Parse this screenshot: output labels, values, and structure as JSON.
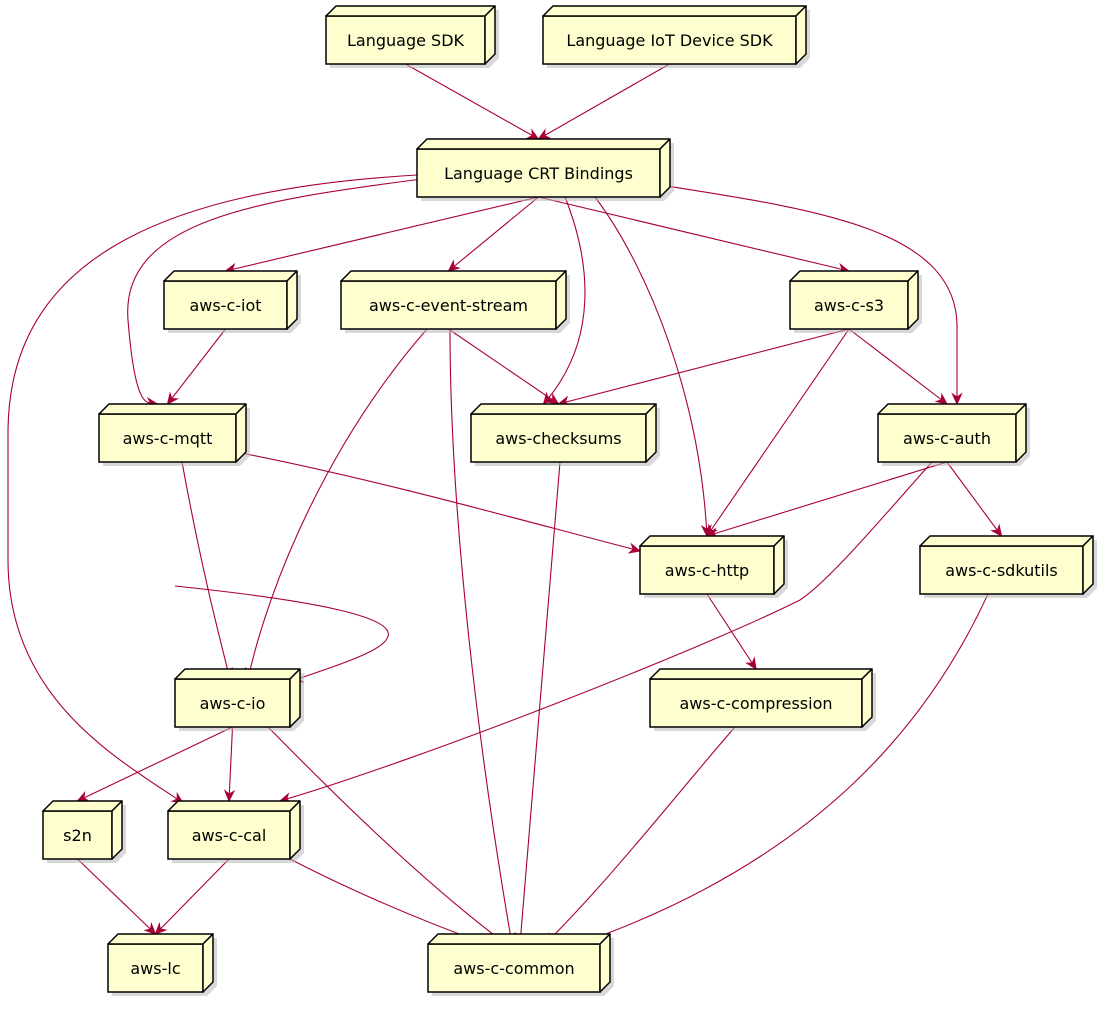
{
  "diagram": {
    "colors": {
      "node_fill": "#FEFECE",
      "node_border": "#000000",
      "edge": "#A80036"
    },
    "nodes": [
      {
        "id": "language-sdk",
        "label": "Language SDK"
      },
      {
        "id": "language-iot-device-sdk",
        "label": "Language IoT Device SDK"
      },
      {
        "id": "language-crt-bindings",
        "label": "Language CRT Bindings"
      },
      {
        "id": "aws-c-iot",
        "label": "aws-c-iot"
      },
      {
        "id": "aws-c-event-stream",
        "label": "aws-c-event-stream"
      },
      {
        "id": "aws-c-s3",
        "label": "aws-c-s3"
      },
      {
        "id": "aws-c-mqtt",
        "label": "aws-c-mqtt"
      },
      {
        "id": "aws-checksums",
        "label": "aws-checksums"
      },
      {
        "id": "aws-c-auth",
        "label": "aws-c-auth"
      },
      {
        "id": "aws-c-http",
        "label": "aws-c-http"
      },
      {
        "id": "aws-c-sdkutils",
        "label": "aws-c-sdkutils"
      },
      {
        "id": "aws-c-io",
        "label": "aws-c-io"
      },
      {
        "id": "aws-c-compression",
        "label": "aws-c-compression"
      },
      {
        "id": "s2n",
        "label": "s2n"
      },
      {
        "id": "aws-c-cal",
        "label": "aws-c-cal"
      },
      {
        "id": "aws-lc",
        "label": "aws-lc"
      },
      {
        "id": "aws-c-common",
        "label": "aws-c-common"
      }
    ],
    "edges": [
      {
        "from": "language-sdk",
        "to": "language-crt-bindings"
      },
      {
        "from": "language-iot-device-sdk",
        "to": "language-crt-bindings"
      },
      {
        "from": "language-crt-bindings",
        "to": "aws-c-iot"
      },
      {
        "from": "language-crt-bindings",
        "to": "aws-c-event-stream"
      },
      {
        "from": "language-crt-bindings",
        "to": "aws-c-s3"
      },
      {
        "from": "language-crt-bindings",
        "to": "aws-c-mqtt"
      },
      {
        "from": "language-crt-bindings",
        "to": "aws-checksums"
      },
      {
        "from": "language-crt-bindings",
        "to": "aws-c-http"
      },
      {
        "from": "language-crt-bindings",
        "to": "aws-c-auth"
      },
      {
        "from": "language-crt-bindings",
        "to": "aws-c-cal"
      },
      {
        "from": "aws-c-iot",
        "to": "aws-c-mqtt"
      },
      {
        "from": "aws-c-event-stream",
        "to": "aws-checksums"
      },
      {
        "from": "aws-c-event-stream",
        "to": "aws-c-io"
      },
      {
        "from": "aws-c-event-stream",
        "to": "aws-c-common"
      },
      {
        "from": "aws-c-s3",
        "to": "aws-checksums"
      },
      {
        "from": "aws-c-s3",
        "to": "aws-c-http"
      },
      {
        "from": "aws-c-s3",
        "to": "aws-c-auth"
      },
      {
        "from": "aws-c-mqtt",
        "to": "aws-c-http"
      },
      {
        "from": "aws-c-mqtt",
        "to": "aws-c-io"
      },
      {
        "from": "aws-checksums",
        "to": "aws-c-common"
      },
      {
        "from": "aws-c-auth",
        "to": "aws-c-http"
      },
      {
        "from": "aws-c-auth",
        "to": "aws-c-sdkutils"
      },
      {
        "from": "aws-c-auth",
        "to": "aws-c-cal"
      },
      {
        "from": "aws-c-http",
        "to": "aws-c-io"
      },
      {
        "from": "aws-c-http",
        "to": "aws-c-compression"
      },
      {
        "from": "aws-c-sdkutils",
        "to": "aws-c-common"
      },
      {
        "from": "aws-c-io",
        "to": "s2n"
      },
      {
        "from": "aws-c-io",
        "to": "aws-c-cal"
      },
      {
        "from": "aws-c-io",
        "to": "aws-c-common"
      },
      {
        "from": "aws-c-compression",
        "to": "aws-c-common"
      },
      {
        "from": "s2n",
        "to": "aws-lc"
      },
      {
        "from": "aws-c-cal",
        "to": "aws-lc"
      },
      {
        "from": "aws-c-cal",
        "to": "aws-c-common"
      }
    ]
  }
}
